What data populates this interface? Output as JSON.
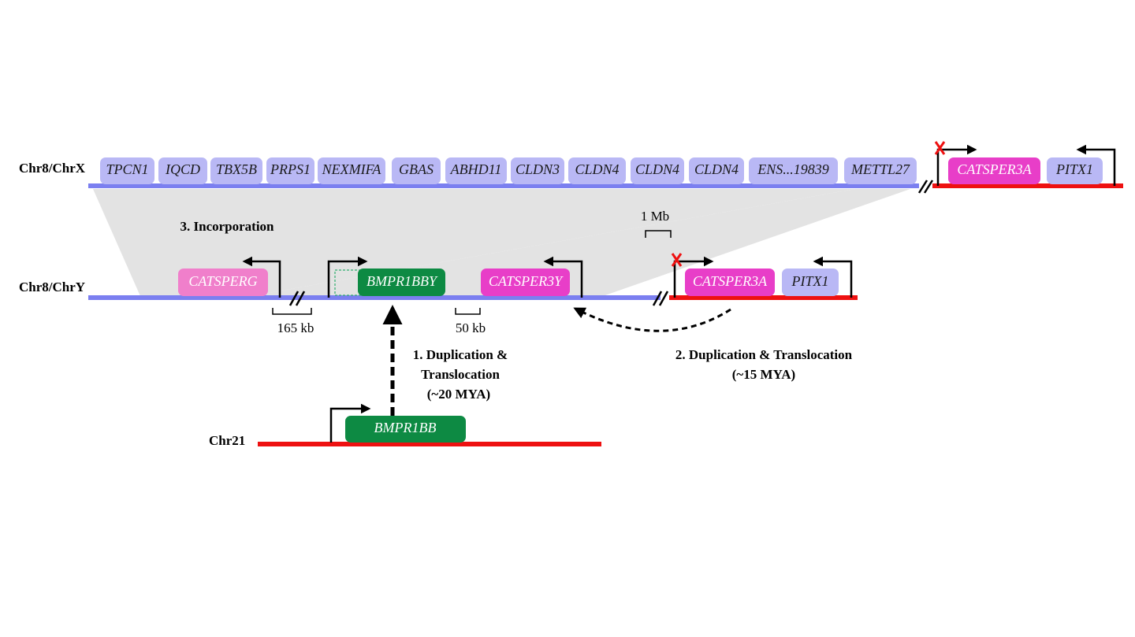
{
  "colors": {
    "blue_chrom": "#7b7ff0",
    "red_chrom": "#ee1111",
    "light_gene": "#b9b8f5",
    "light_gene_text": "#1a1a1a",
    "magenta_gene": "#e83ec8",
    "pink_gene": "#f07fcb",
    "green_gene": "#0d8a43",
    "white_text": "#ffffff",
    "arrow": "#000000",
    "shade": "#e3e3e3",
    "dashed_box": "#2fae6e",
    "cross": "#ee1111"
  },
  "chromosomes": {
    "chrX": "Chr8/ChrX",
    "chrY": "Chr8/ChrY",
    "chr21": "Chr21"
  },
  "genes": {
    "x_row": [
      "TPCN1",
      "IQCD",
      "TBX5B",
      "PRPS1",
      "NEXMIFA",
      "GBAS",
      "ABHD11",
      "CLDN3",
      "CLDN4",
      "CLDN4",
      "CLDN4",
      "ENS...19839",
      "METTL27"
    ],
    "x_catsper3a": "CATSPER3A",
    "x_pitx1": "PITX1",
    "y_catsperg": "CATSPERG",
    "y_bmpr1bby": "BMPR1BBY",
    "y_catsper3y": "CATSPER3Y",
    "y_catsper3a": "CATSPER3A",
    "y_pitx1": "PITX1",
    "chr21_bmpr1bb": "BMPR1BB"
  },
  "labels": {
    "incorporation": "3. Incorporation",
    "dup1_line1": "1. Duplication &",
    "dup1_line2": "Translocation",
    "dup1_line3": "(~20 MYA)",
    "dup2_line1": "2. Duplication & Translocation",
    "dup2_line2": "(~15 MYA)"
  },
  "scale_bars": {
    "mb1": "1 Mb",
    "kb165": "165 kb",
    "kb50": "50 kb"
  }
}
